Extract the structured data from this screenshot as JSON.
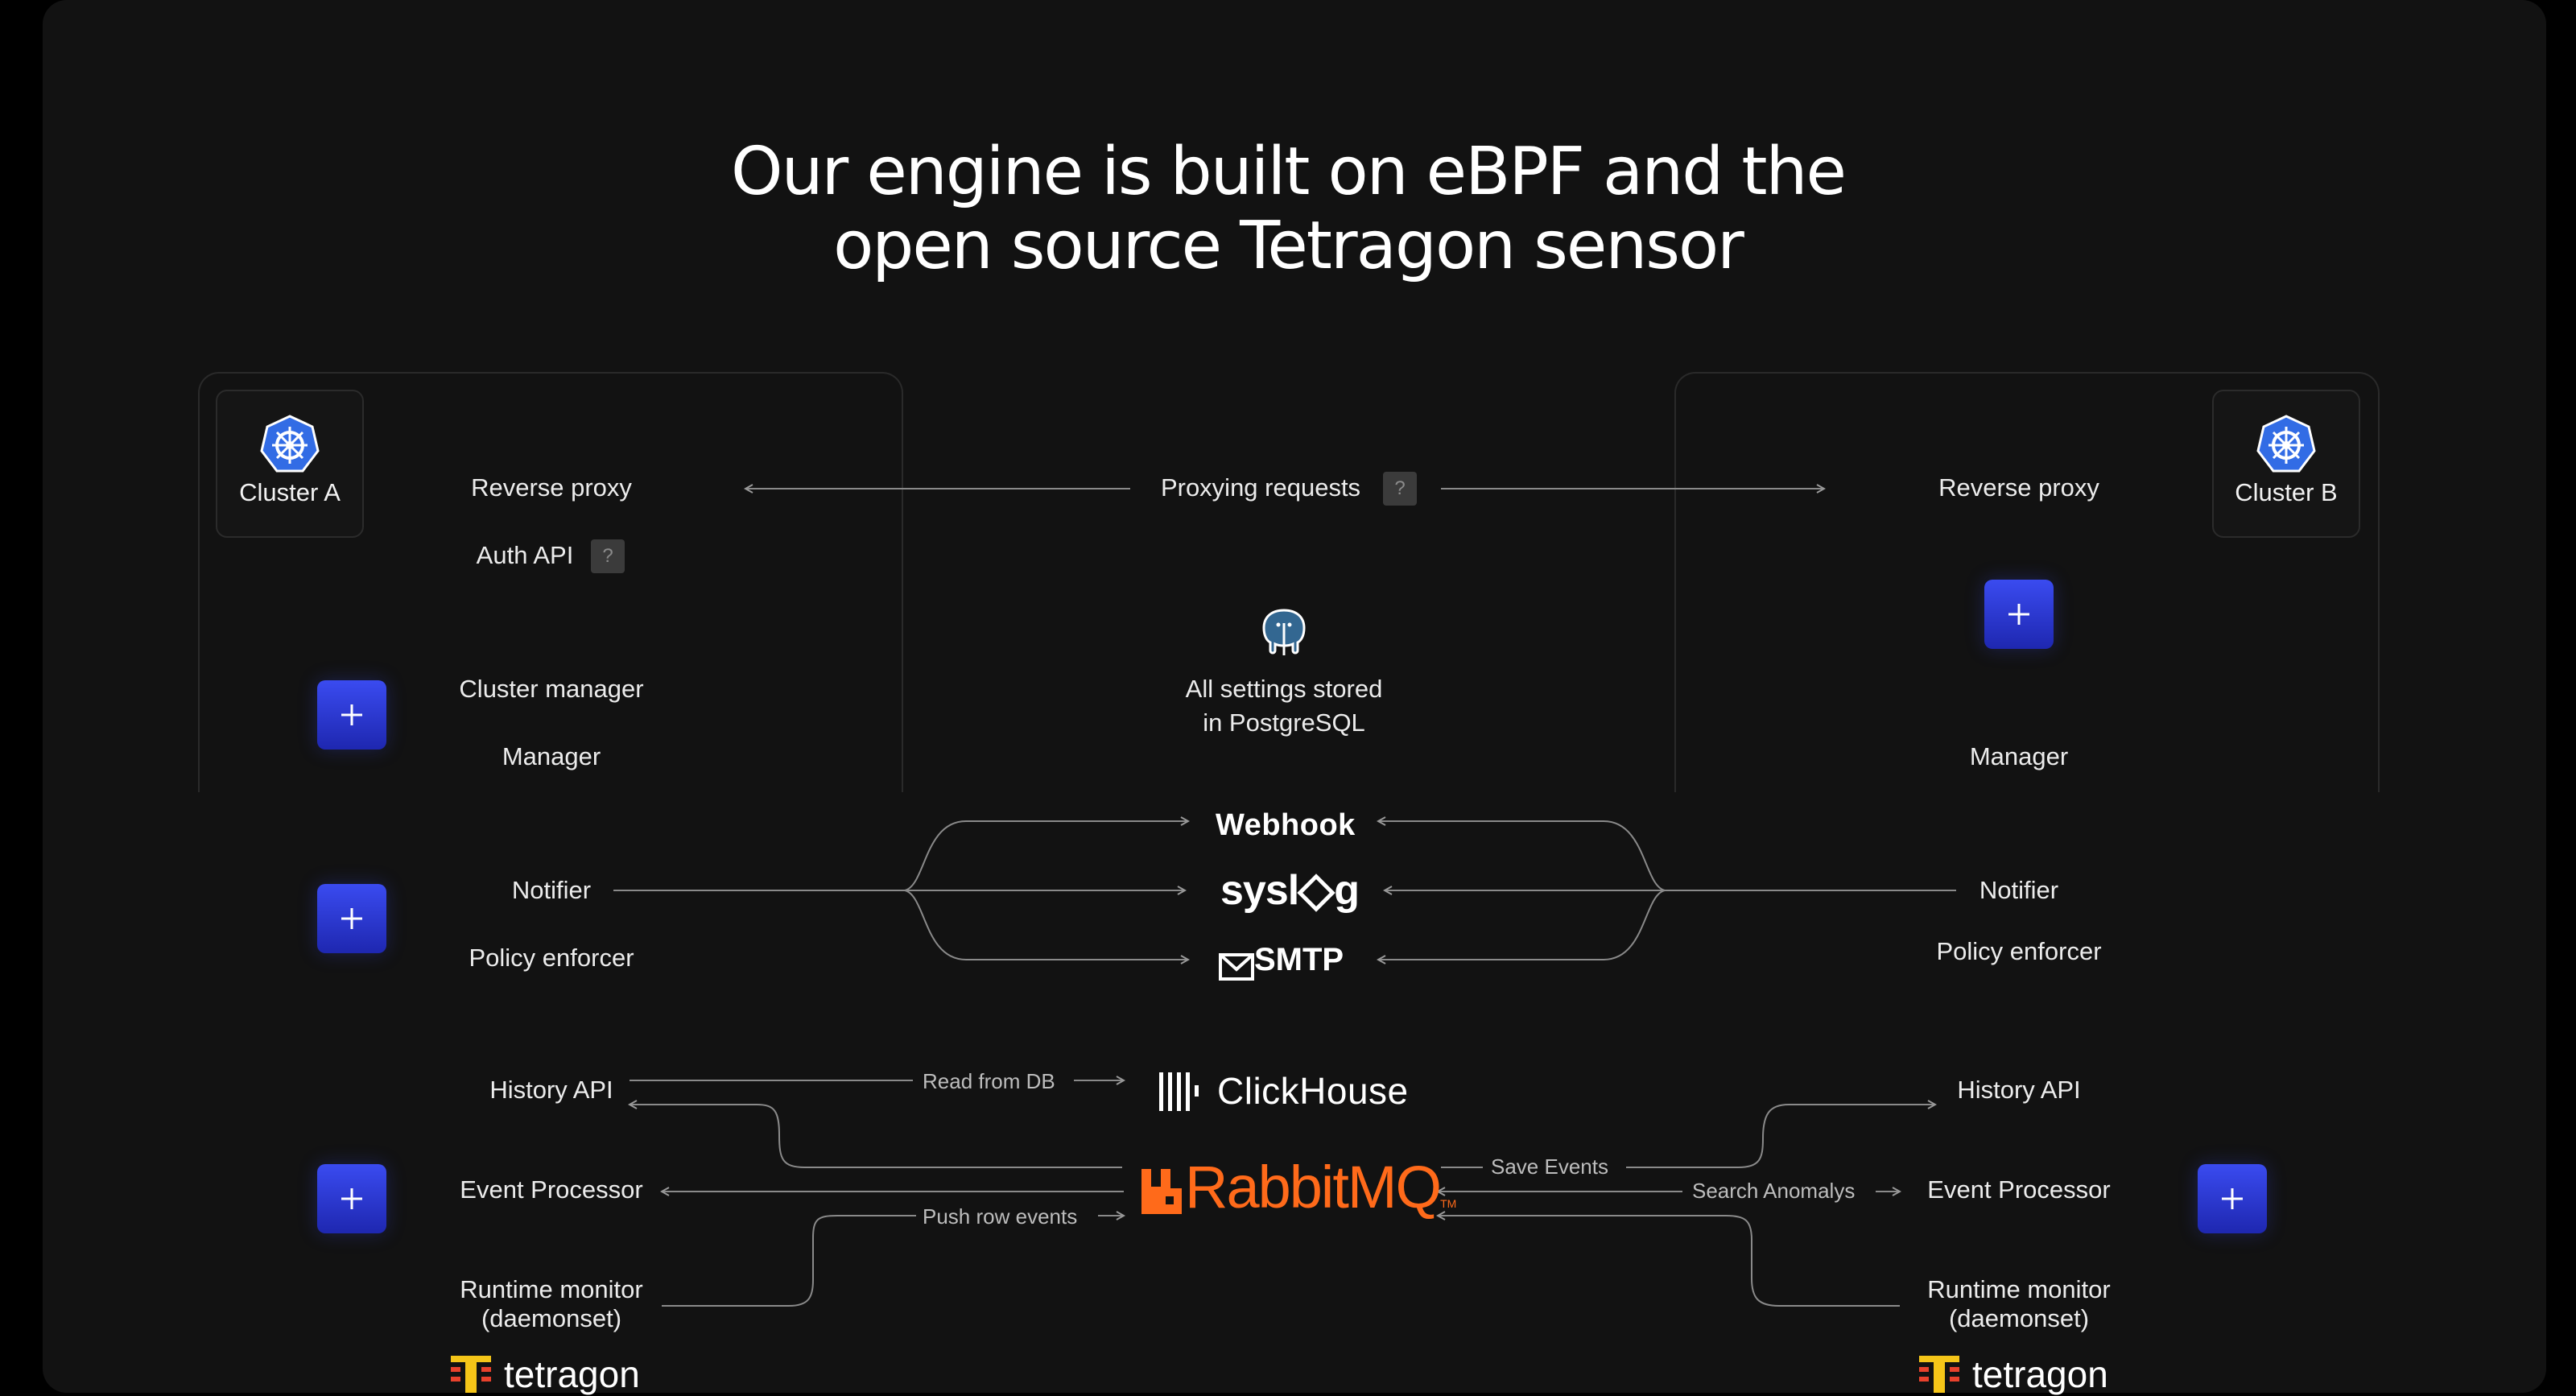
{
  "title_line1": "Our engine is built on eBPF and the",
  "title_line2": "open source Tetragon sensor",
  "cluster_a": {
    "name": "Cluster A",
    "reverse_proxy": "Reverse proxy",
    "auth_api": "Auth API",
    "cluster_manager": "Cluster manager",
    "manager": "Manager",
    "notifier": "Notifier",
    "policy_enforcer": "Policy enforcer",
    "history_api": "History API",
    "event_processor": "Event Processor",
    "runtime_monitor_1": "Runtime monitor",
    "runtime_monitor_2": "(daemonset)",
    "tetragon": "tetragon"
  },
  "cluster_b": {
    "name": "Cluster B",
    "reverse_proxy": "Reverse proxy",
    "manager": "Manager",
    "notifier": "Notifier",
    "policy_enforcer": "Policy enforcer",
    "history_api": "History API",
    "event_processor": "Event Processor",
    "runtime_monitor_1": "Runtime monitor",
    "runtime_monitor_2": "(daemonset)",
    "tetragon": "tetragon"
  },
  "center": {
    "proxying_requests": "Proxying requests",
    "help_mark": "?",
    "settings_line1": "All settings stored",
    "settings_line2": "in PostgreSQL",
    "webhook": "Webhook",
    "syslog_pre": "sysl",
    "syslog_post": "g",
    "smtp": "SMTP",
    "clickhouse": "ClickHouse",
    "rabbitmq": "RabbitMQ",
    "rabbitmq_tm": "TM",
    "read_from_db": "Read from DB",
    "push_row_events": "Push row events",
    "save_events": "Save Events",
    "search_anomalys": "Search Anomalys"
  },
  "colors": {
    "background": "#121212",
    "accent_blue": "#2f3de0",
    "rabbit_orange": "#ff6a1a",
    "tetragon_yellow": "#f5c518",
    "tetragon_red": "#e8412c",
    "k8s_blue": "#326ce5"
  },
  "icons": [
    "kubernetes-icon",
    "postgresql-elephant-icon",
    "clickhouse-bars-icon",
    "rabbitmq-icon",
    "tetragon-icon",
    "plus-icon",
    "envelope-icon"
  ]
}
